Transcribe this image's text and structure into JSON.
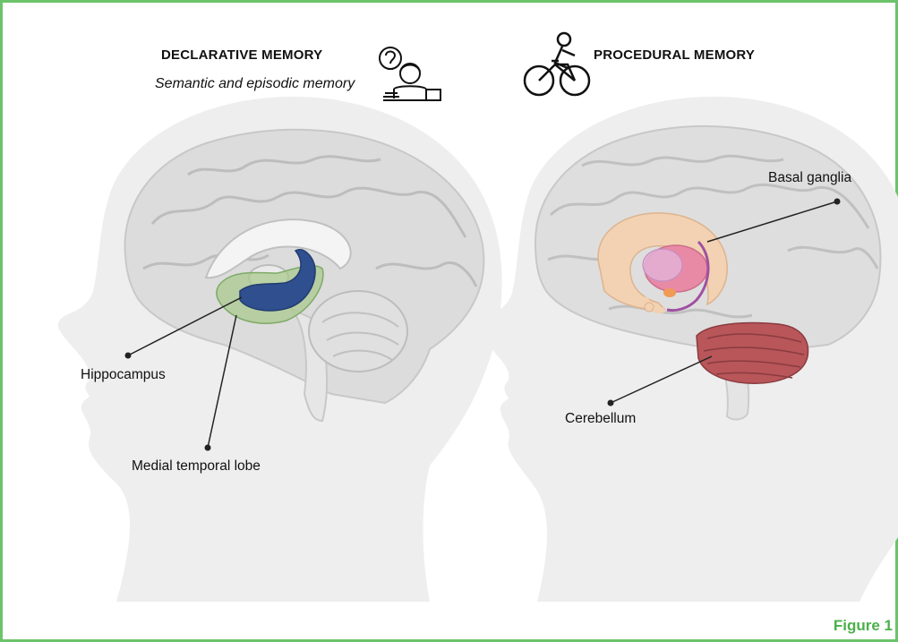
{
  "declarative": {
    "title": "DECLARATIVE MEMORY",
    "subtitle": "Semantic and episodic memory",
    "icon": "person-thinking-icon",
    "labels": {
      "hippocampus": "Hippocampus",
      "medial_temporal_lobe": "Medial temporal lobe"
    }
  },
  "procedural": {
    "title": "PROCEDURAL MEMORY",
    "icon": "cyclist-icon",
    "labels": {
      "basal_ganglia": "Basal ganglia",
      "cerebellum": "Cerebellum"
    }
  },
  "figure_label": "Figure 1",
  "colors": {
    "frame": "#6cc36a",
    "hippocampus": "#2f4f8f",
    "medial_temporal_lobe": "#8fb878",
    "basal_ganglia": "#f2c9a8",
    "cerebellum": "#b8565a",
    "head": "#eeeeee",
    "brain": "#dedede"
  }
}
